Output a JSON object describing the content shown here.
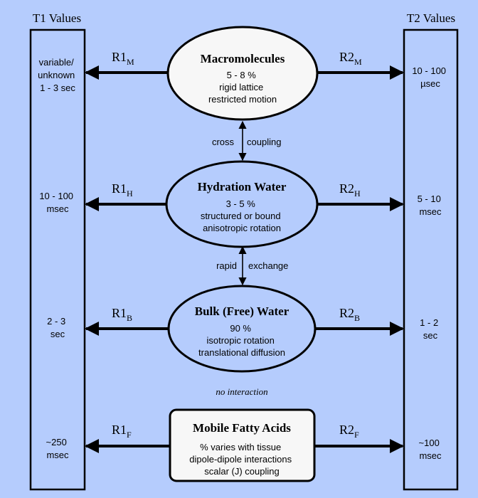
{
  "columns": {
    "t1": {
      "title": "T1 Values",
      "values": [
        [
          "variable/",
          "unknown",
          "1 - 3 sec"
        ],
        [
          "10 - 100",
          "msec"
        ],
        [
          "2 - 3",
          "sec"
        ],
        [
          "~250",
          "msec"
        ]
      ]
    },
    "t2": {
      "title": "T2 Values",
      "values": [
        [
          "10 - 100",
          "µsec"
        ],
        [
          "5 - 10",
          "msec"
        ],
        [
          "1 - 2",
          "sec"
        ],
        [
          "~100",
          "msec"
        ]
      ]
    }
  },
  "rates": [
    {
      "r1": "R1",
      "r1_sub": "M",
      "r2": "R2",
      "r2_sub": "M"
    },
    {
      "r1": "R1",
      "r1_sub": "H",
      "r2": "R2",
      "r2_sub": "H"
    },
    {
      "r1": "R1",
      "r1_sub": "B",
      "r2": "R2",
      "r2_sub": "B"
    },
    {
      "r1": "R1",
      "r1_sub": "F",
      "r2": "R2",
      "r2_sub": "F"
    }
  ],
  "pools": [
    {
      "title": "Macromolecules",
      "lines": [
        "5 - 8 %",
        "rigid lattice",
        "restricted motion"
      ]
    },
    {
      "title": "Hydration Water",
      "lines": [
        "3 - 5 %",
        "structured or bound",
        "anisotropic rotation"
      ]
    },
    {
      "title": "Bulk (Free) Water",
      "lines": [
        "90 %",
        "isotropic rotation",
        "translational diffusion"
      ]
    },
    {
      "title": "Mobile Fatty Acids",
      "lines": [
        "% varies with tissue",
        "dipole-dipole interactions",
        "scalar (J) coupling"
      ]
    }
  ],
  "interactions": [
    {
      "left": "cross",
      "right": "coupling"
    },
    {
      "left": "rapid",
      "right": "exchange"
    }
  ],
  "no_interaction": "no interaction",
  "colors": {
    "background": "#b5ccfd",
    "column_fill": "#b5ccfd",
    "node_fill": "#f7f7f7",
    "stroke": "#000000"
  }
}
